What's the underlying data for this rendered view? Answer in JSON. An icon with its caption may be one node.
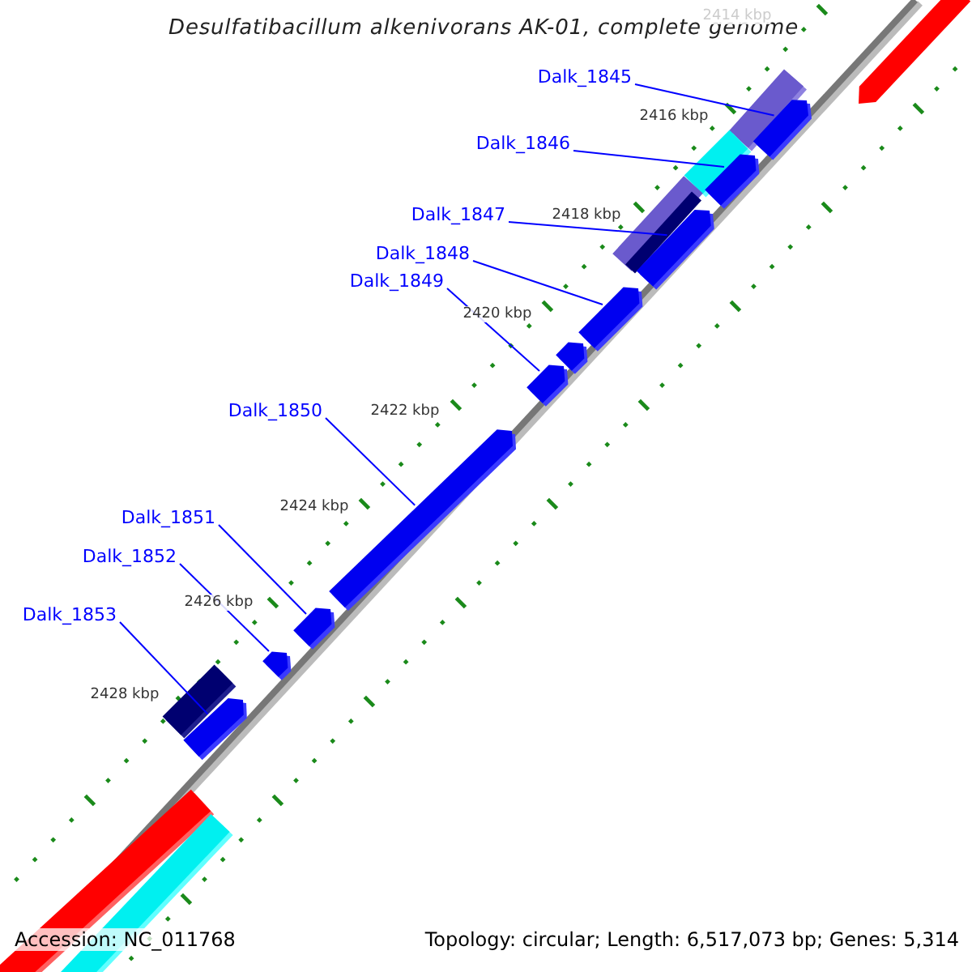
{
  "diagram": {
    "title": "Desulfatibacillum alkenivorans AK-01, complete genome",
    "nodes": [
      {
        "text": [
          "Dalk_1845"
        ]
      },
      {
        "text": [
          "Dalk_1846"
        ]
      },
      {
        "text": [
          "Dalk_1847"
        ]
      },
      {
        "text": [
          "Dalk_1848"
        ]
      },
      {
        "text": [
          "Dalk_1849"
        ]
      },
      {
        "text": [
          "Dalk_1850"
        ]
      },
      {
        "text": [
          "Dalk_1851"
        ]
      },
      {
        "text": [
          "Dalk_1852"
        ]
      },
      {
        "text": [
          "Dalk_1853"
        ]
      },
      {
        "text": [],
        "shape": "arrow"
      },
      {
        "text": [],
        "shape": "arrow"
      },
      {
        "text": [],
        "shape": "arrow"
      },
      {
        "text": [],
        "shape": "arrow"
      },
      {
        "text": [],
        "shape": "arrow"
      },
      {
        "text": [],
        "shape": "arrow"
      },
      {
        "text": [],
        "shape": "arrow"
      },
      {
        "text": [],
        "shape": "arrow"
      },
      {
        "text": [],
        "shape": "arrow"
      },
      {
        "text": [],
        "shape": "arrow"
      }
    ],
    "edges": [
      {
        "from": 0,
        "to": 9,
        "arrow": "none"
      },
      {
        "from": 1,
        "to": 10,
        "arrow": "none"
      },
      {
        "from": 2,
        "to": 11,
        "arrow": "none"
      },
      {
        "from": 3,
        "to": 12,
        "arrow": "none"
      },
      {
        "from": 4,
        "to": 14,
        "arrow": "none"
      },
      {
        "from": 5,
        "to": 15,
        "arrow": "none"
      },
      {
        "from": 6,
        "to": 16,
        "arrow": "none"
      },
      {
        "from": 7,
        "to": 17,
        "arrow": "none"
      },
      {
        "from": 8,
        "to": 18,
        "arrow": "none"
      }
    ],
    "labels": [
      "2414 kbp",
      "2416 kbp",
      "2418 kbp",
      "2420 kbp",
      "2422 kbp",
      "2424 kbp",
      "2426 kbp",
      "2428 kbp",
      "Accession: NC_011768",
      "Topology: circular; Length: 6,517,073 bp; Genes: 5,314"
    ]
  }
}
